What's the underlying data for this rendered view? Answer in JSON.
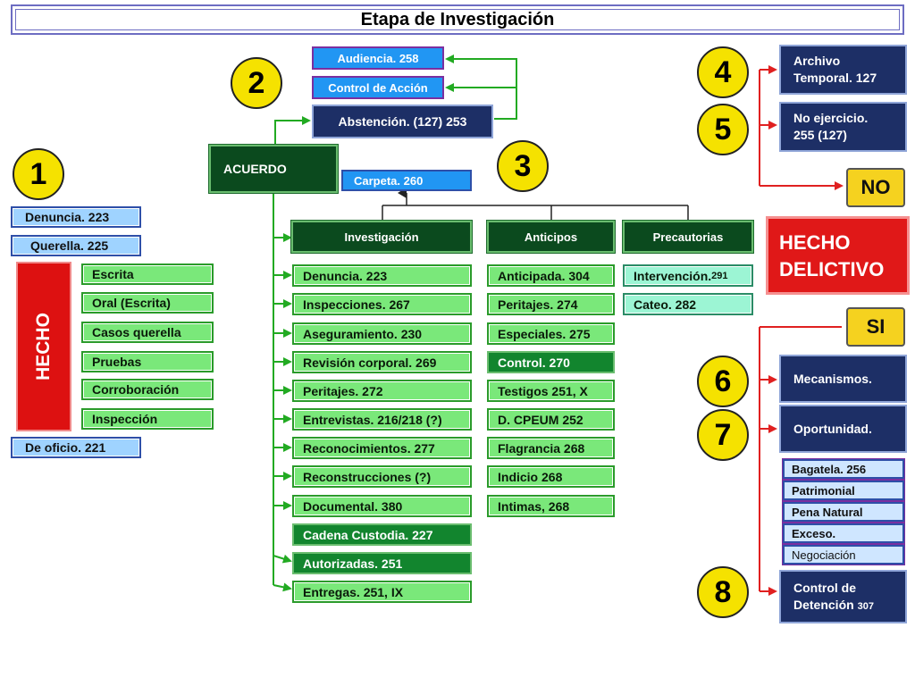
{
  "title": "Etapa de Investigación",
  "numbers": {
    "n1": "1",
    "n2": "2",
    "n3": "3",
    "n4": "4",
    "n5": "5",
    "n6": "6",
    "n7": "7",
    "n8": "8"
  },
  "left": {
    "denuncia": "Denuncia. 223",
    "querella": "Querella. 225",
    "hecho": "HECHO",
    "items": [
      "Escrita",
      "Oral (Escrita)",
      "Casos querella",
      "Pruebas",
      "Corroboración",
      "Inspección"
    ],
    "oficio": "De oficio. 221"
  },
  "top": {
    "audiencia": "Audiencia. 258",
    "control_accion": "Control de Acción",
    "abstencion": "Abstención. (127) 253",
    "acuerdo": "ACUERDO",
    "carpeta": "Carpeta. 260"
  },
  "columns": {
    "investigacion": {
      "header": "Investigación",
      "items": [
        "Denuncia. 223",
        "Inspecciones. 267",
        "Aseguramiento. 230",
        "Revisión corporal. 269",
        "Peritajes. 272",
        "Entrevistas. 216/218 (?)",
        "Reconocimientos. 277",
        "Reconstrucciones (?)",
        "Documental. 380",
        "Cadena Custodia. 227",
        "Autorizadas. 251",
        "Entregas. 251, IX"
      ]
    },
    "anticipos": {
      "header": "Anticipos",
      "items": [
        "Anticipada. 304",
        "Peritajes. 274",
        "Especiales. 275",
        "Control. 270",
        "Testigos 251, X",
        "D. CPEUM 252",
        "Flagrancia 268",
        "Indicio 268",
        "Intimas, 268"
      ]
    },
    "precautorias": {
      "header": "Precautorias",
      "items_main": [
        "Intervención. ",
        "Cateo. 282"
      ],
      "intervencion_num": "291"
    }
  },
  "right": {
    "archivo": [
      "Archivo",
      "Temporal.  127"
    ],
    "no_ejercicio": [
      "No ejercicio.",
      "255  (127)"
    ],
    "no": "NO",
    "hecho_delictivo": [
      "HECHO",
      "DELICTIVO"
    ],
    "si": "SI",
    "mecanismos": "Mecanismos.",
    "oportunidad": "Oportunidad.",
    "criterios": [
      "Bagatela. 256",
      "Patrimonial",
      "Pena Natural",
      "Exceso.",
      "Negociación"
    ],
    "control_detencion": [
      "Control de",
      "Detención "
    ],
    "control_detencion_num": "307"
  },
  "colors": {
    "arrow_green": "#22aa22",
    "arrow_red": "#e02020",
    "title_border": "#6d6dc2"
  }
}
